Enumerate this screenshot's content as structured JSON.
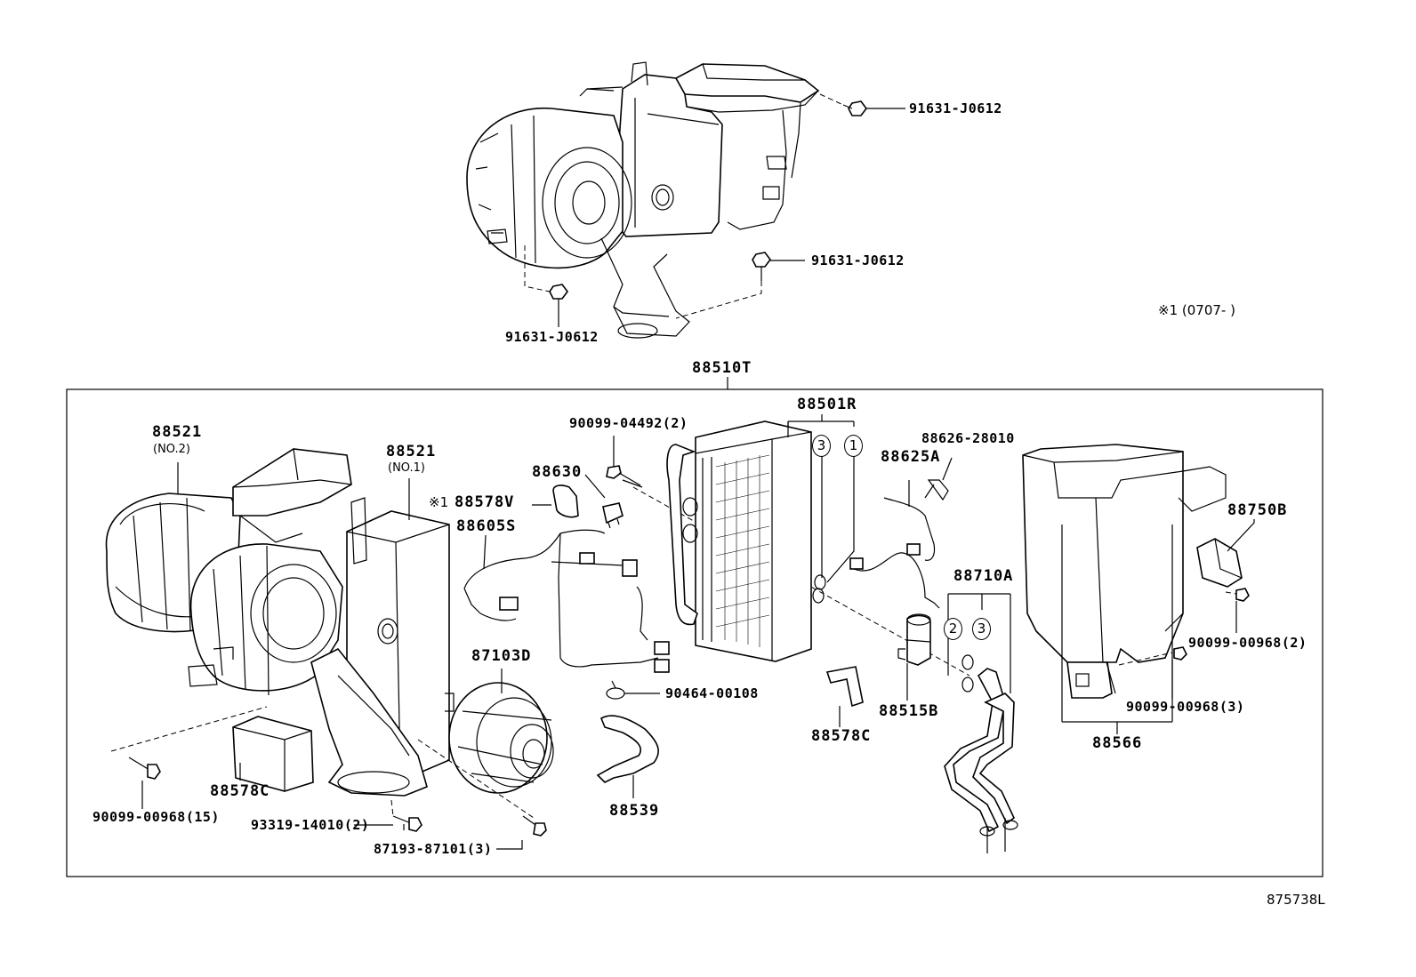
{
  "diagram_id": "875738L",
  "footnote": "※1 (0707-     )",
  "top_assembly_label": "88510T",
  "parts": {
    "bolt_right_top": "91631-J0612",
    "bolt_right_mid": "91631-J0612",
    "bolt_left_bottom": "91631-J0612",
    "case_no2": "88521",
    "case_no2_sub": "(NO.2)",
    "case_no1": "88521",
    "case_no1_sub": "(NO.1)",
    "screw_top": "90099-04492(2)",
    "clip_88630": "88630",
    "marker_88578v": "※1",
    "seal_88578v": "88578V",
    "wire_88605s": "88605S",
    "evaporator": "88501R",
    "thermistor_clip": "88626-28010",
    "thermistor": "88625A",
    "expansion_valve_callout": "88710A",
    "resistor": "88750B",
    "screw_resistor": "90099-00968(2)",
    "blower_motor": "87103D",
    "clamp_90464": "90464-00108",
    "hose_88539": "88539",
    "seal_88578c_mid": "88578C",
    "valve_88515b": "88515B",
    "screw_3": "90099-00968(3)",
    "case_88566": "88566",
    "seal_88578c_left": "88578C",
    "screw_15": "90099-00968(15)",
    "screw_93319": "93319-14010(2)",
    "screw_87193": "87193-87101(3)"
  },
  "circle_markers": {
    "evap_left": "3",
    "evap_right": "1",
    "valve_left": "2",
    "valve_right": "3"
  }
}
